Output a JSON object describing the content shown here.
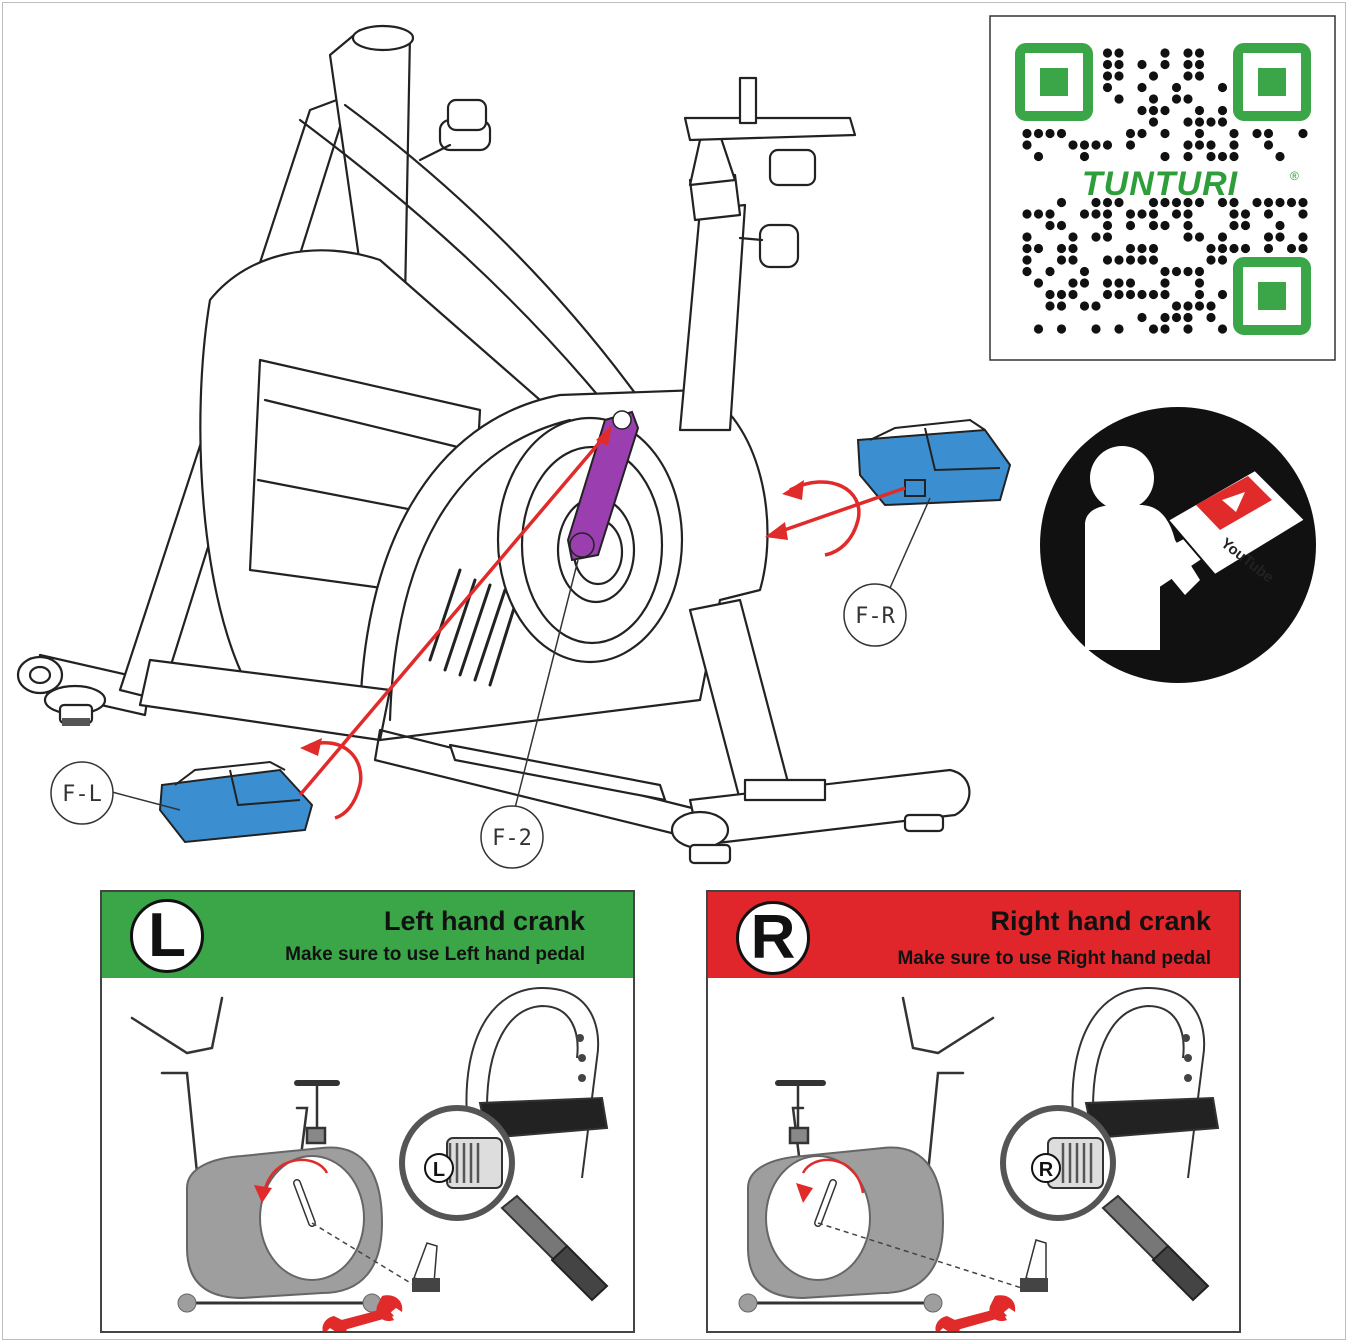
{
  "callouts": {
    "left_pedal": "F-L",
    "crank": "F-2",
    "right_pedal": "F-R"
  },
  "qr_card": {
    "brand": "TUNTURI",
    "registered_mark": "®"
  },
  "video_badge": {
    "label": "YouTube"
  },
  "left_panel": {
    "badge": "L",
    "title": "Left hand crank",
    "subtitle": "Make sure to use Left hand pedal",
    "thread_marker": "L",
    "header_color": "#3aa648"
  },
  "right_panel": {
    "badge": "R",
    "title": "Right hand crank",
    "subtitle": "Make sure to use Right hand pedal",
    "thread_marker": "R",
    "header_color": "#e0262b"
  },
  "colors": {
    "pedal": "#3b8fd0",
    "crank": "#9b3fb0",
    "arrow": "#e12a2a",
    "wrench": "#e12a2a",
    "qr_green": "#3aa648"
  }
}
